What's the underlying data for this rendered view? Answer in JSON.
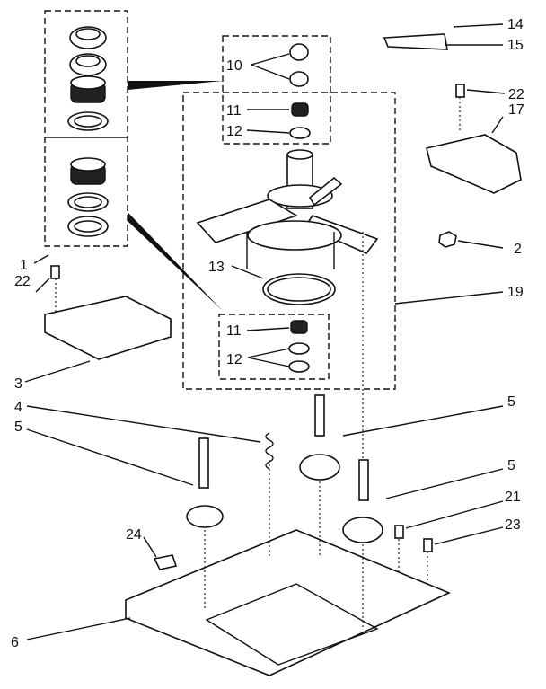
{
  "diagram": {
    "callouts": [
      {
        "id": "c14",
        "label": "14"
      },
      {
        "id": "c15",
        "label": "15"
      },
      {
        "id": "c10",
        "label": "10"
      },
      {
        "id": "c22a",
        "label": "22"
      },
      {
        "id": "c17",
        "label": "17"
      },
      {
        "id": "c11a",
        "label": "11"
      },
      {
        "id": "c12a",
        "label": "12"
      },
      {
        "id": "c2",
        "label": "2"
      },
      {
        "id": "c1",
        "label": "1"
      },
      {
        "id": "c22b",
        "label": "22"
      },
      {
        "id": "c13",
        "label": "13"
      },
      {
        "id": "c19",
        "label": "19"
      },
      {
        "id": "c11b",
        "label": "11"
      },
      {
        "id": "c12b",
        "label": "12"
      },
      {
        "id": "c3",
        "label": "3"
      },
      {
        "id": "c4",
        "label": "4"
      },
      {
        "id": "c5a",
        "label": "5"
      },
      {
        "id": "c5b",
        "label": "5"
      },
      {
        "id": "c5c",
        "label": "5"
      },
      {
        "id": "c21",
        "label": "21"
      },
      {
        "id": "c23",
        "label": "23"
      },
      {
        "id": "c24",
        "label": "24"
      },
      {
        "id": "c6",
        "label": "6"
      }
    ]
  }
}
